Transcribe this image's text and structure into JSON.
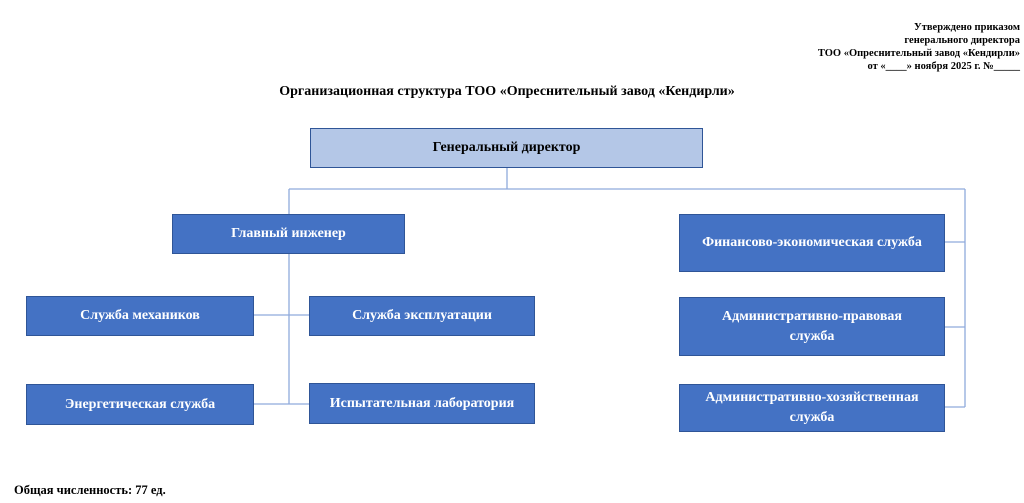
{
  "approval": {
    "line1": "Утверждено приказом",
    "line2": "генерального директора",
    "line3": "ТОО «Опреснительный завод «Кендирли»",
    "line4": "от «____» ноября 2025 г. №_____"
  },
  "title": "Организационная структура ТОО «Опреснительный завод «Кендирли»",
  "nodes": {
    "general_director": "Генеральный директор",
    "chief_engineer": "Главный инженер",
    "mechanics": "Служба механиков",
    "operations": "Служба эксплуатации",
    "energy": "Энергетическая служба",
    "lab": "Испытательная лаборатория",
    "finance": "Финансово-экономическая служба",
    "legal": "Административно-правовая служба",
    "household": "Административно-хозяйственная служба"
  },
  "footer": "Общая численность: 77 ед.",
  "colors": {
    "box": "#4472c4",
    "top_box": "#b4c7e7",
    "border": "#2f5597",
    "connector": "#8faadc"
  }
}
